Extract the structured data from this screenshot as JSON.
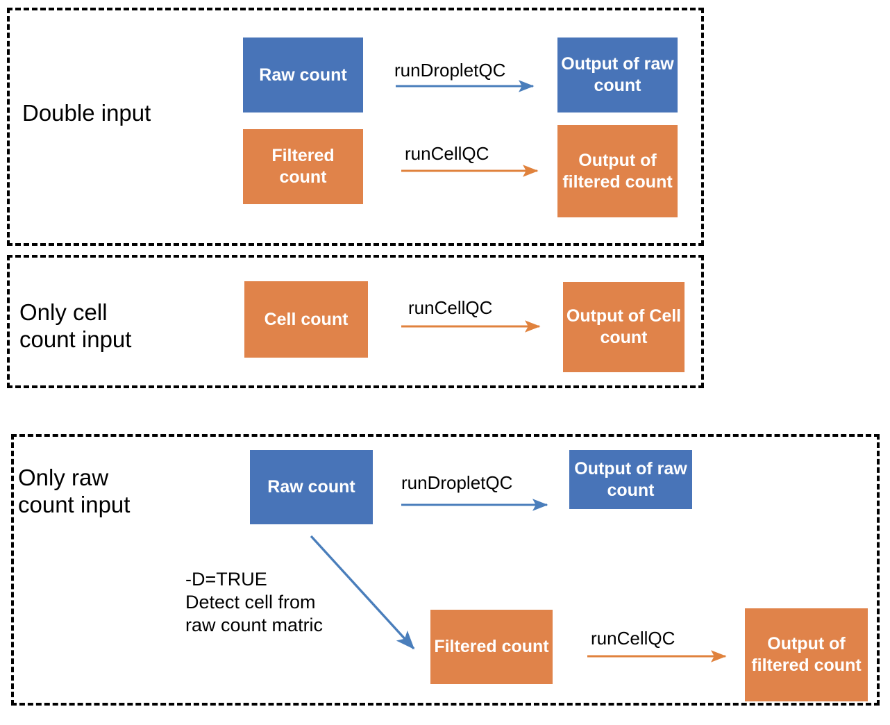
{
  "colors": {
    "blue": "#4874b8",
    "orange": "#e0834a",
    "border": "#000000",
    "arrow_blue": "#4a7ebb",
    "arrow_orange": "#e0823d"
  },
  "panels": [
    {
      "id": "double-input",
      "label": "Double input",
      "nodes": [
        {
          "id": "raw-count",
          "text": "Raw\ncount",
          "color": "blue"
        },
        {
          "id": "output-raw",
          "text": "Output of\nraw count",
          "color": "blue"
        },
        {
          "id": "filtered-count",
          "text": "Filtered\ncount",
          "color": "orange"
        },
        {
          "id": "output-filtered",
          "text": "Output of\nfiltered\ncount",
          "color": "orange"
        }
      ],
      "edges": [
        {
          "id": "raw-to-output-raw",
          "label": "runDropletQC",
          "color": "blue"
        },
        {
          "id": "filtered-to-output-filtered",
          "label": "runCellQC",
          "color": "orange"
        }
      ]
    },
    {
      "id": "only-cell-count-input",
      "label": "Only cell\ncount input",
      "nodes": [
        {
          "id": "cell-count",
          "text": "Cell count",
          "color": "orange"
        },
        {
          "id": "output-cell-count",
          "text": "Output of\nCell count",
          "color": "orange"
        }
      ],
      "edges": [
        {
          "id": "cell-to-output-cell",
          "label": "runCellQC",
          "color": "orange"
        }
      ]
    },
    {
      "id": "only-raw-count-input",
      "label": "Only raw\ncount input",
      "nodes": [
        {
          "id": "raw-count",
          "text": "Raw\ncount",
          "color": "blue"
        },
        {
          "id": "output-raw",
          "text": "Output of\nraw count",
          "color": "blue"
        },
        {
          "id": "filtered-count",
          "text": "Filtered\ncount",
          "color": "orange"
        },
        {
          "id": "output-filtered",
          "text": "Output of\nfiltered\ncount",
          "color": "orange"
        }
      ],
      "edges": [
        {
          "id": "raw-to-output-raw",
          "label": "runDropletQC",
          "color": "blue"
        },
        {
          "id": "raw-to-filtered",
          "label": "-D=TRUE\nDetect cell from\nraw count matric",
          "color": "blue"
        },
        {
          "id": "filtered-to-output-filtered",
          "label": "runCellQC",
          "color": "orange"
        }
      ]
    }
  ]
}
